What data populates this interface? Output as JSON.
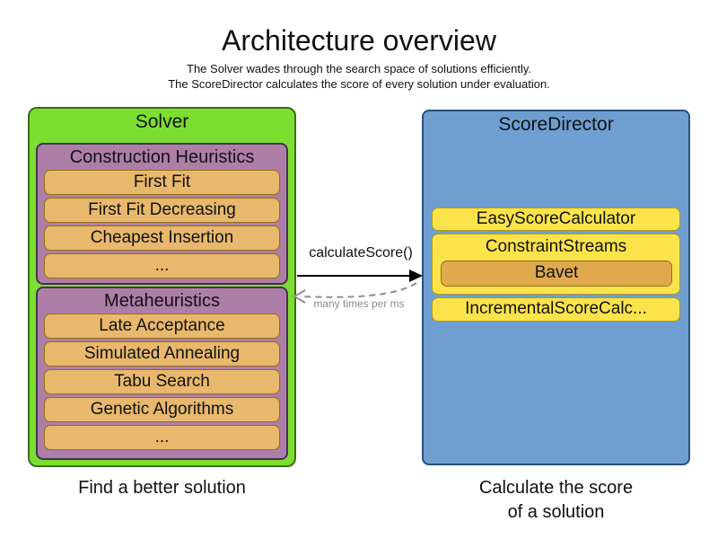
{
  "header": {
    "title": "Architecture overview",
    "subtitle_line1": "The Solver wades through the search space of solutions efficiently.",
    "subtitle_line2": "The ScoreDirector calculates the score of every solution under evaluation."
  },
  "solver": {
    "label": "Solver",
    "caption": "Find a better solution",
    "construction_heuristics": {
      "label": "Construction Heuristics",
      "items": [
        "First Fit",
        "First Fit Decreasing",
        "Cheapest Insertion",
        "..."
      ]
    },
    "metaheuristics": {
      "label": "Metaheuristics",
      "items": [
        "Late Acceptance",
        "Simulated Annealing",
        "Tabu Search",
        "Genetic Algorithms",
        "..."
      ]
    }
  },
  "score_director": {
    "label": "ScoreDirector",
    "caption_line1": "Calculate the score",
    "caption_line2": "of a solution",
    "calculators": [
      {
        "label": "EasyScoreCalculator"
      },
      {
        "label": "ConstraintStreams",
        "child": "Bavet"
      },
      {
        "label": "IncrementalScoreCalc..."
      }
    ]
  },
  "arrows": {
    "call_label": "calculateScore()",
    "frequency_label": "many times per ms"
  },
  "colors": {
    "solver_green": "#7cde30",
    "solver_border": "#3e6b1c",
    "heuristic_purple": "#ad7fa8",
    "purple_border": "#45324e",
    "algorithm_orange": "#e8b86c",
    "orange_border": "#96700f",
    "score_director_blue": "#6f9fd1",
    "blue_border": "#2a4f7e",
    "calculator_yellow": "#fae34b",
    "yellow_border": "#b49b16",
    "bavet_orange": "#e0a94e",
    "arrow_black": "#000000",
    "arrow_gray": "#8f8f8f"
  }
}
